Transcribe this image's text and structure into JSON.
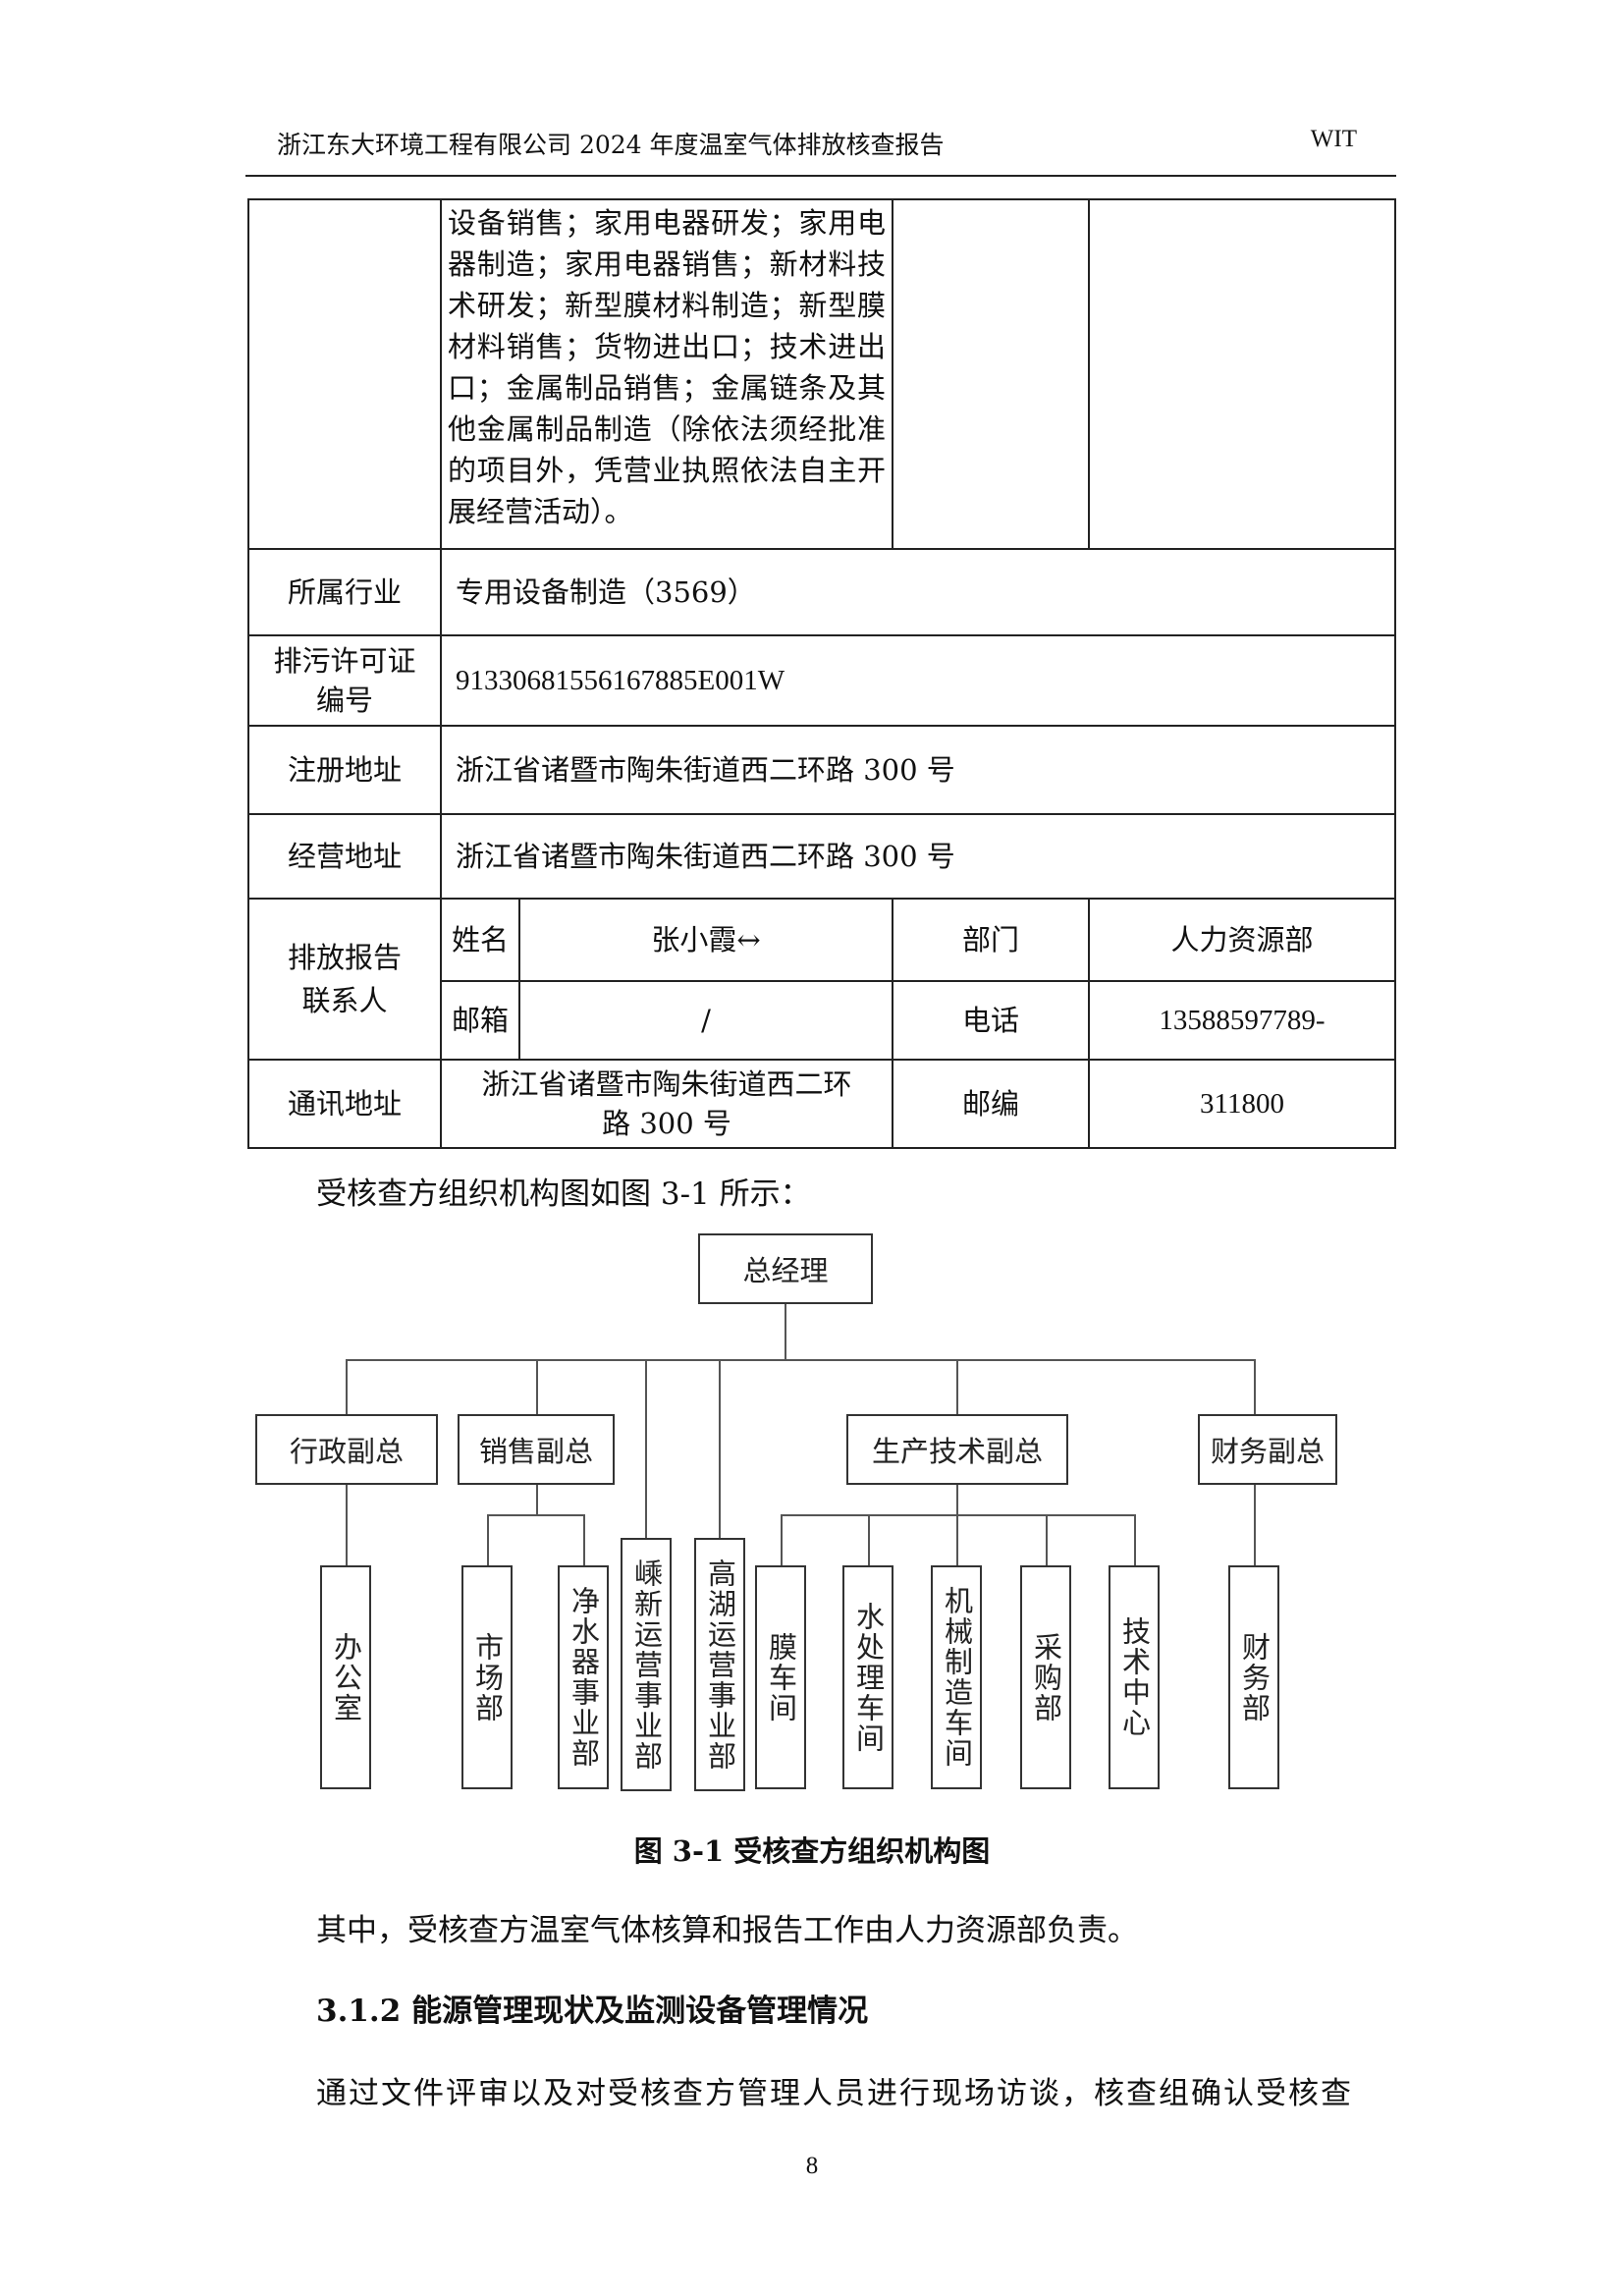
{
  "header": {
    "title": "浙江东大环境工程有限公司 2024 年度温室气体排放核查报告",
    "brand": "WIT"
  },
  "table": {
    "business_scope_cont": "设备销售；家用电器研发；家用电器制造；家用电器销售；新材料技术研发；新型膜材料制造；新型膜材料销售；货物进出口；技术进出口；金属制品销售；金属链条及其他金属制品制造（除依法须经批准的项目外，凭营业执照依法自主开展经营活动）。",
    "industry_label": "所属行业",
    "industry_value": "专用设备制造（3569）",
    "permit_label": "排污许可证编号",
    "permit_value": "91330681556167885E001W",
    "reg_address_label": "注册地址",
    "reg_address_value": "浙江省诸暨市陶朱街道西二环路 300 号",
    "biz_address_label": "经营地址",
    "biz_address_value": "浙江省诸暨市陶朱街道西二环路 300 号",
    "contact_label": "排放报告联系人",
    "name_label": "姓名",
    "name_value": "张小霞↔",
    "dept_label": "部门",
    "dept_value": "人力资源部",
    "email_label": "邮箱",
    "email_value": "/",
    "phone_label": "电话",
    "phone_value": "13588597789-",
    "mail_address_label": "通讯地址",
    "mail_address_value": "浙江省诸暨市陶朱街道西二环路 300 号",
    "postcode_label": "邮编",
    "postcode_value": "311800"
  },
  "intro_text": "受核查方组织机构图如图 3-1 所示：",
  "org_chart": {
    "top": "总经理",
    "admin_vp": "行政副总",
    "sales_vp": "销售副总",
    "prod_vp": "生产技术副总",
    "finance_vp": "财务副总",
    "office": "办公室",
    "market": "市场部",
    "purifier": "净水器事业部",
    "shengxin": "嵊新运营事业部",
    "gaohu": "高湖运营事业部",
    "membrane": "膜车间",
    "water": "水处理车间",
    "machining": "机械制造车间",
    "purchase": "采购部",
    "tech": "技术中心",
    "finance": "财务部"
  },
  "caption": "图 3-1  受核查方组织机构图",
  "para1": "其中，受核查方温室气体核算和报告工作由人力资源部负责。",
  "section_title": "3.1.2  能源管理现状及监测设备管理情况",
  "para2": "通过文件评审以及对受核查方管理人员进行现场访谈，核查组确认受核查",
  "page_number": "8"
}
